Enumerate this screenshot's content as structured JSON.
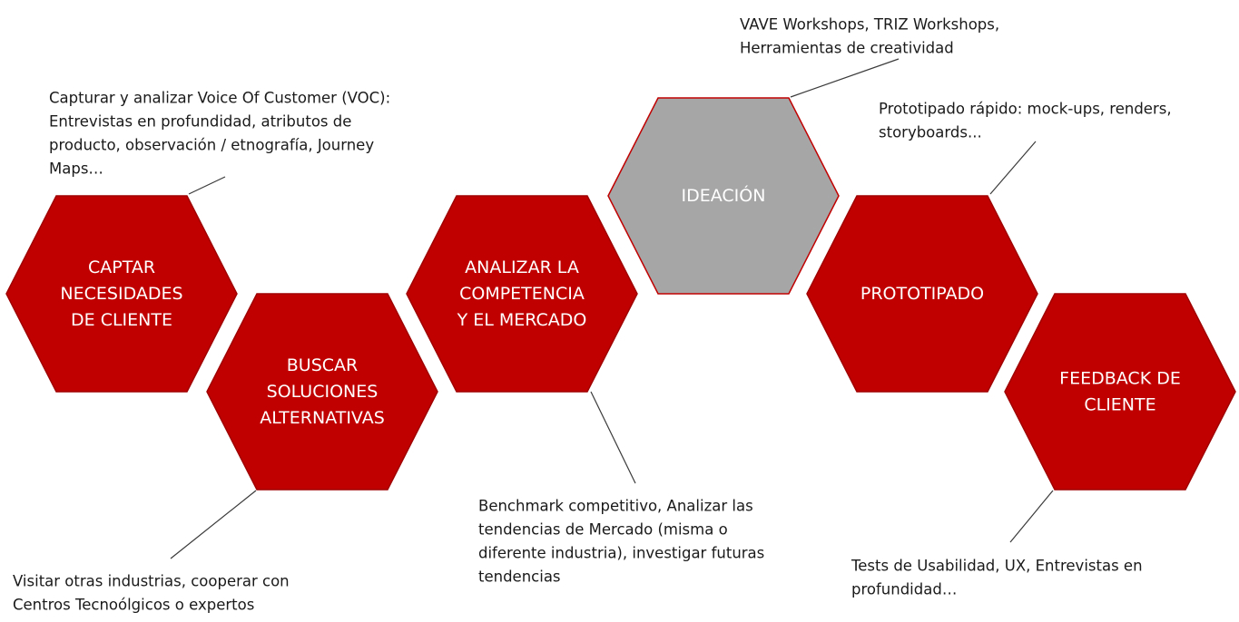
{
  "colors": {
    "step_fill": "#c00000",
    "step_stroke": "#a00000",
    "highlight_fill": "#a6a6a6",
    "highlight_stroke": "#c00000",
    "connector": "#3a3a3a"
  },
  "steps": [
    {
      "id": "captar",
      "lines": [
        "CAPTAR",
        "NECESIDADES",
        "DE CLIENTE"
      ],
      "highlighted": false
    },
    {
      "id": "buscar",
      "lines": [
        "BUSCAR",
        "SOLUCIONES",
        "ALTERNATIVAS"
      ],
      "highlighted": false
    },
    {
      "id": "analizar",
      "lines": [
        "ANALIZAR LA",
        "COMPETENCIA",
        "Y EL MERCADO"
      ],
      "highlighted": false
    },
    {
      "id": "ideacion",
      "lines": [
        "IDEACIÓN"
      ],
      "highlighted": true
    },
    {
      "id": "prototipado",
      "lines": [
        "PROTOTIPADO"
      ],
      "highlighted": false
    },
    {
      "id": "feedback",
      "lines": [
        "FEEDBACK DE",
        "CLIENTE"
      ],
      "highlighted": false
    }
  ],
  "notes": [
    {
      "step": "captar",
      "lines": [
        "Capturar y analizar  Voice Of Customer (VOC):",
        "Entrevistas en profundidad, atributos de",
        "producto, observación / etnografía, Journey",
        "Maps…"
      ]
    },
    {
      "step": "buscar",
      "lines": [
        "Visitar otras industrias, cooperar con",
        "Centros Tecnoólgicos o expertos"
      ]
    },
    {
      "step": "analizar",
      "lines": [
        "Benchmark competitivo, Analizar las",
        "tendencias de Mercado (misma o",
        "diferente industria), investigar futuras",
        "tendencias"
      ]
    },
    {
      "step": "ideacion",
      "lines": [
        "VAVE Workshops, TRIZ Workshops,",
        "Herramientas de creatividad"
      ]
    },
    {
      "step": "prototipado",
      "lines": [
        "Prototipado rápido: mock-ups, renders,",
        "storyboards..."
      ]
    },
    {
      "step": "feedback",
      "lines": [
        "Tests de Usabilidad, UX, Entrevistas en",
        "profundidad…"
      ]
    }
  ]
}
